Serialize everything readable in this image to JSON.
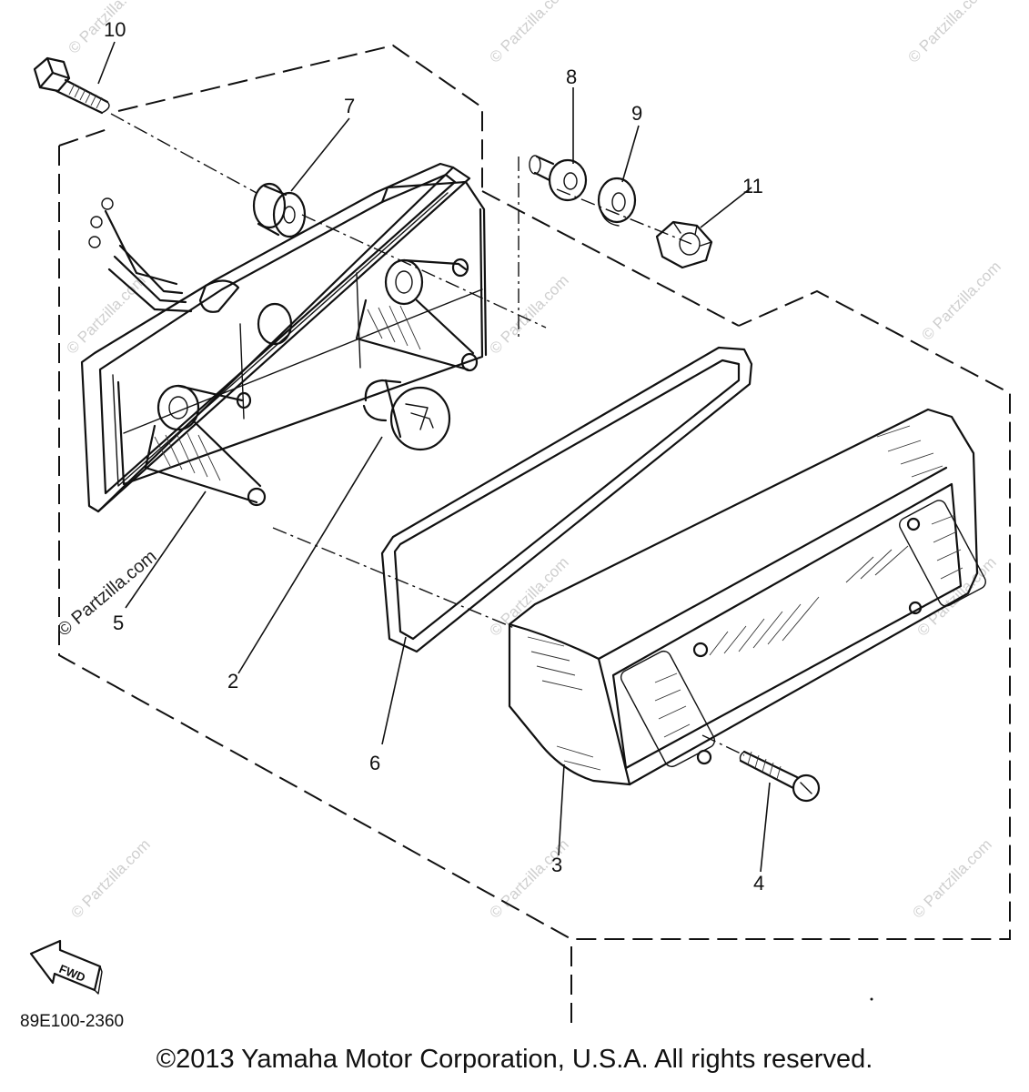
{
  "callouts": {
    "c1": "10",
    "c2": "7",
    "c3": "8",
    "c4": "9",
    "c5": "11",
    "c6": "5",
    "c7": "2",
    "c8": "6",
    "c9": "3",
    "c10": "4"
  },
  "watermark": {
    "text": "© Partzilla.com"
  },
  "fwd_label": "FWD",
  "diagram_code": "89E100-2360",
  "copyright": "©2013 Yamaha Motor Corporation, U.S.A. All rights reserved."
}
